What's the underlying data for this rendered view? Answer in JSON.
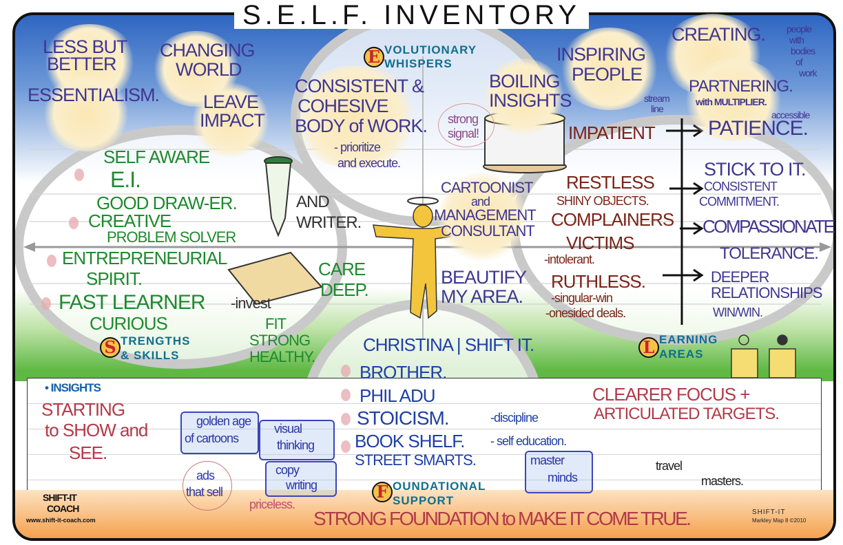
{
  "title": "S.E.L.F. INVENTORY",
  "sections": {
    "evolutionary": {
      "letter": "E",
      "label1": "VOLUTIONARY",
      "label2": "WHISPERS"
    },
    "strengths": {
      "letter": "S",
      "label1": "TRENGTHS",
      "label2": "& SKILLS"
    },
    "learning": {
      "letter": "L",
      "label1": "EARNING",
      "label2": "AREAS"
    },
    "foundational": {
      "letter": "F",
      "label1": "OUNDATIONAL",
      "label2": "SUPPORT"
    }
  },
  "whispers": {
    "less_but_better_1": "LESS BUT",
    "less_but_better_2": "BETTER",
    "changing_world_1": "CHANGING",
    "changing_world_2": "WORLD",
    "essentialism": "ESSENTIALISM.",
    "leave_impact_1": "LEAVE",
    "leave_impact_2": "IMPACT",
    "body_1": "CONSISTENT &",
    "body_2": "COHESIVE",
    "body_3": "BODY of WORK.",
    "prioritize_1": "- prioritize",
    "prioritize_2": "and execute.",
    "signal_1": "strong",
    "signal_2": "signal!",
    "boiling_1": "BOILING",
    "boiling_2": "INSIGHTS",
    "inspiring_1": "INSPIRING",
    "inspiring_2": "PEOPLE",
    "creating": "CREATING.",
    "people_note": [
      "people",
      "with",
      "bodies",
      "of",
      "work"
    ],
    "partnering": "PARTNERING.",
    "multiplier": "with MULTIPLIER.",
    "accessible": "accessible",
    "streamline_1": "stream",
    "streamline_2": "line"
  },
  "strengths": {
    "self_aware": "SELF AWARE",
    "ei": "E.I.",
    "good_drawer": "GOOD DRAW-ER.",
    "creative_1": "CREATIVE",
    "creative_2": "PROBLEM SOLVER",
    "entrepreneurial_1": "ENTREPRENEURIAL",
    "entrepreneurial_2": "SPIRIT.",
    "fast_learner": "FAST LEARNER",
    "invest": "-invest",
    "curious": "CURIOUS",
    "and_writer_1": "AND",
    "and_writer_2": "WRITER.",
    "care_1": "CARE",
    "care_2": "DEEP.",
    "fit_1": "FIT",
    "fit_2": "STRONG",
    "fit_3": "HEALTHY."
  },
  "center": {
    "cartoonist_1": "CARTOONIST",
    "cartoonist_2": "and",
    "cartoonist_3": "MANAGEMENT",
    "cartoonist_4": "CONSULTANT",
    "beautify_1": "BEAUTIFY",
    "beautify_2": "MY AREA."
  },
  "learning": {
    "rows": [
      {
        "from": "IMPATIENT",
        "to": "PATIENCE."
      },
      {
        "from": "RESTLESS",
        "from_note": "SHINY OBJECTS.",
        "to": "STICK TO IT.",
        "to_note": "CONSISTENT",
        "to_note2": "COMMITMENT."
      },
      {
        "from": "COMPLAINERS",
        "from_note": "VICTIMS",
        "from_note2": "-intolerant.",
        "to": "COMPASSIONATE",
        "to_note": "TOLERANCE."
      },
      {
        "from": "RUTHLESS.",
        "from_note": "-singular-win",
        "from_note2": "-onesided deals.",
        "to": "DEEPER",
        "to_note": "RELATIONSHIPS",
        "to_note2": "WIN/WIN."
      }
    ]
  },
  "foundation": {
    "items": [
      "CHRISTINA | SHIFT IT.",
      "BROTHER.",
      "PHIL ADU",
      "STOICISM.",
      "BOOK SHELF.",
      "STREET SMARTS."
    ],
    "discipline": "-discipline",
    "self_education": "- self education."
  },
  "insights": {
    "heading": "• INSIGHTS",
    "starting_1": "STARTING",
    "starting_2": "to SHOW and",
    "starting_3": "SEE.",
    "golden_1": "golden age",
    "golden_2": "of cartoons",
    "visual_1": "visual",
    "visual_2": "thinking",
    "ads_1": "ads",
    "ads_2": "that sell",
    "copy_1": "copy",
    "copy_2": "writing",
    "priceless": "priceless.",
    "master_1": "master",
    "master_2": "minds",
    "clearer_1": "CLEARER FOCUS +",
    "clearer_2": "ARTICULATED TARGETS.",
    "travel": "travel",
    "masters": "masters."
  },
  "footer": {
    "tagline": "STRONG FOUNDATION to MAKE IT COME TRUE.",
    "logo_1": "SHIFT-IT",
    "logo_2": "COACH",
    "url": "www.shift-it-coach.com",
    "credit_1": "SHIFT-IT",
    "credit_2": "Markley Map 8 ©2010"
  },
  "colors": {
    "purple": "#3f3690",
    "brown": "#7a2418",
    "green": "#1e8a2e",
    "blue": "#1f3fa8",
    "red": "#b23a48",
    "teal": "#0f6f8f"
  }
}
